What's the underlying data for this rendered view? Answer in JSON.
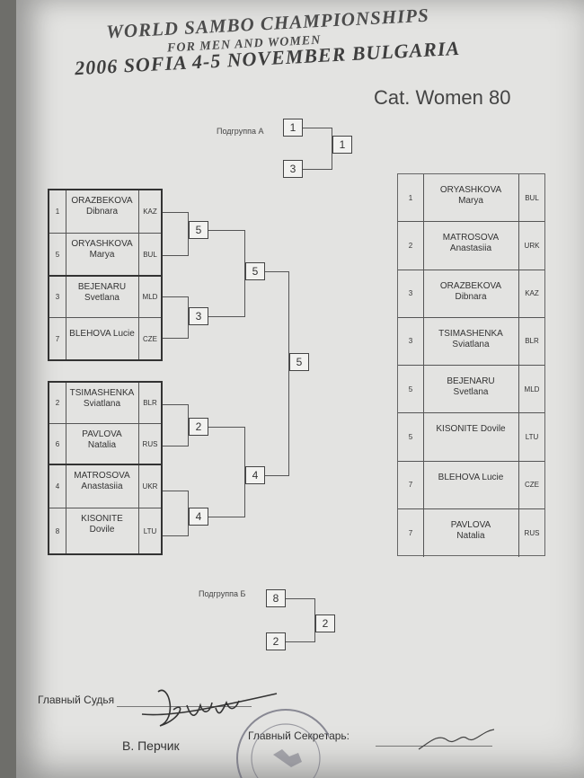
{
  "header": {
    "line1": "WORLD SAMBO CHAMPIONSHIPS",
    "line2": "FOR MEN AND WOMEN",
    "line3": "2006 SOFIA 4-5 NOVEMBER BULGARIA",
    "category": "Cat. Women 80"
  },
  "pool_a": {
    "label": "Подгруппа A",
    "top": "1",
    "bottom": "3",
    "winner": "1"
  },
  "pool_b": {
    "label": "Подгруппа Б",
    "top": "8",
    "bottom": "2",
    "winner": "2"
  },
  "group1": [
    {
      "seed": "1",
      "surname": "ORAZBEKOVA",
      "first": "Dibnara",
      "country": "KAZ"
    },
    {
      "seed": "5",
      "surname": "ORYASHKOVA",
      "first": "Marya",
      "country": "BUL"
    },
    {
      "seed": "3",
      "surname": "BEJENARU",
      "first": "Svetlana",
      "country": "MLD"
    },
    {
      "seed": "7",
      "surname": "BLEHOVA Lucie",
      "first": "",
      "country": "CZE"
    }
  ],
  "group2": [
    {
      "seed": "2",
      "surname": "TSIMASHENKA",
      "first": "Sviatlana",
      "country": "BLR"
    },
    {
      "seed": "6",
      "surname": "PAVLOVA",
      "first": "Natalia",
      "country": "RUS"
    },
    {
      "seed": "4",
      "surname": "MATROSOVA",
      "first": "Anastasiia",
      "country": "UKR"
    },
    {
      "seed": "8",
      "surname": "KISONITE",
      "first": "Dovile",
      "country": "LTU"
    }
  ],
  "bracket": {
    "r1": [
      "5",
      "3",
      "2",
      "4"
    ],
    "r2": [
      "5",
      "4"
    ],
    "final": "5"
  },
  "results": [
    {
      "place": "1",
      "surname": "ORYASHKOVA",
      "first": "Marya",
      "country": "BUL"
    },
    {
      "place": "2",
      "surname": "MATROSOVA",
      "first": "Anastasiia",
      "country": "URK"
    },
    {
      "place": "3",
      "surname": "ORAZBEKOVA",
      "first": "Dibnara",
      "country": "KAZ"
    },
    {
      "place": "3",
      "surname": "TSIMASHENKA",
      "first": "Sviatlana",
      "country": "BLR"
    },
    {
      "place": "5",
      "surname": "BEJENARU",
      "first": "Svetlana",
      "country": "MLD"
    },
    {
      "place": "5",
      "surname": "KISONITE Dovile",
      "first": "",
      "country": "LTU"
    },
    {
      "place": "7",
      "surname": "BLEHOVA Lucie",
      "first": "",
      "country": "CZE"
    },
    {
      "place": "7",
      "surname": "PAVLOVA",
      "first": "Natalia",
      "country": "RUS"
    }
  ],
  "footer": {
    "chief_judge_label": "Главный Судья",
    "chief_judge_name": "В. Перчик",
    "chief_secretary_label": "Главный Секретарь:"
  }
}
